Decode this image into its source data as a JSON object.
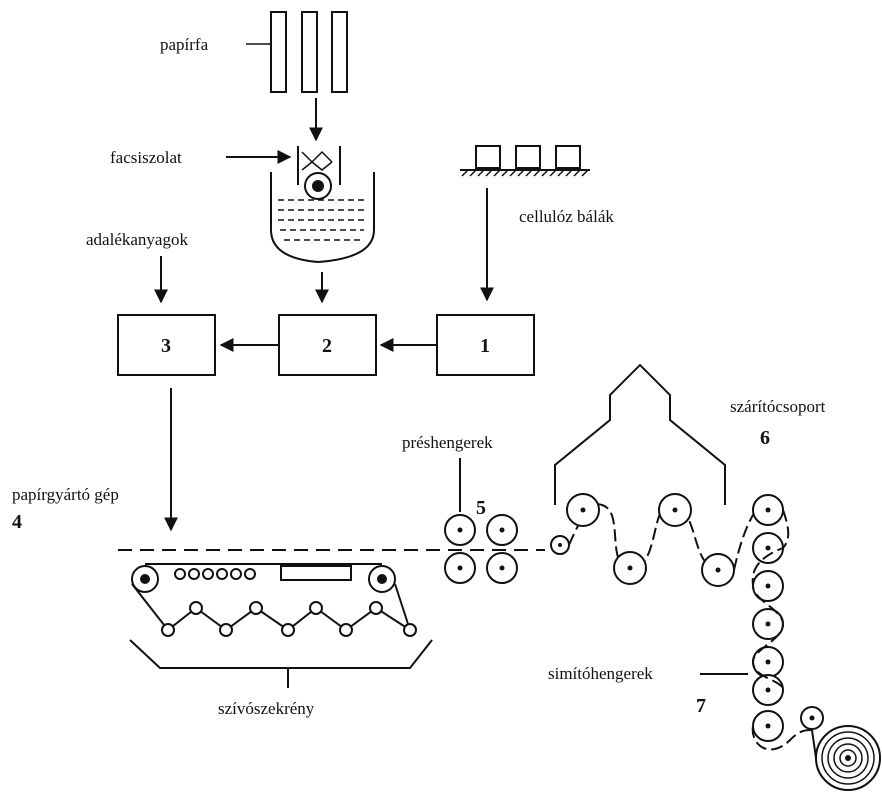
{
  "labels": {
    "papirfa": "papírfa",
    "facsiszolat": "facsiszolat",
    "cellulozbalak": "cellulóz bálák",
    "adalekanyagok": "adalékanyagok",
    "preshengerek": "préshengerek",
    "szaritocsoport": "szárítócsoport",
    "papirgyartogep": "papírgyártó gép",
    "szivoszekreny": "szívószekrény",
    "simitohengerek": "simítóhengerek"
  },
  "numbers": {
    "n1": "1",
    "n2": "2",
    "n3": "3",
    "n4": "4",
    "n5": "5",
    "n6": "6",
    "n7": "7"
  }
}
